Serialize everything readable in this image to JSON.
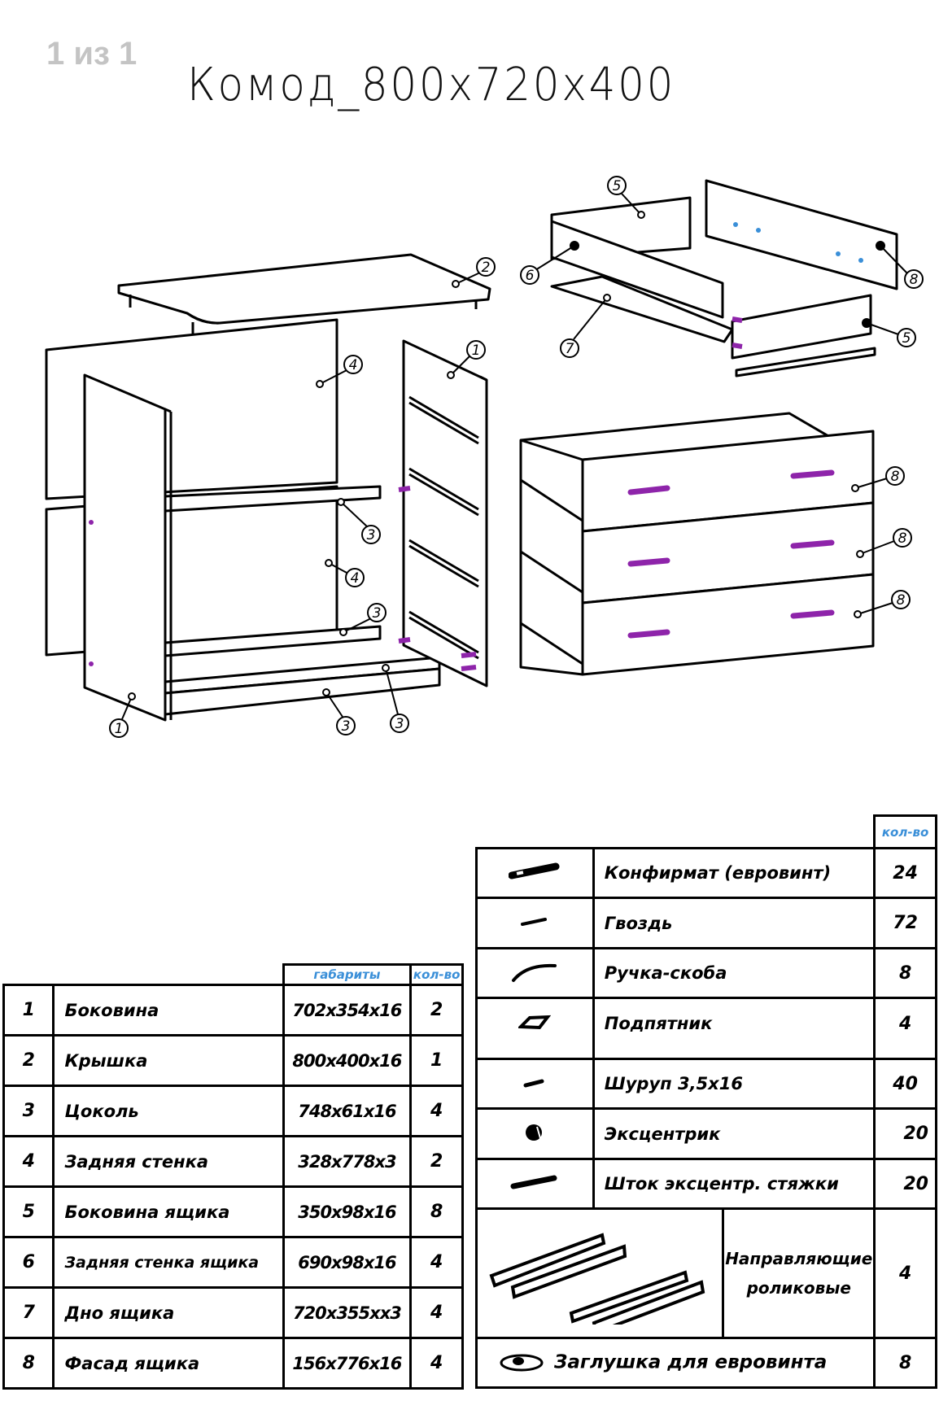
{
  "page_counter": "1 из 1",
  "title": "Комод_800x720x400",
  "colors": {
    "handle": "#8e24aa",
    "header_text": "#3a8fd8",
    "page_counter": "#c4c4c4"
  },
  "callouts": [
    "2",
    "4",
    "1",
    "3",
    "4",
    "3",
    "1",
    "3",
    "3",
    "5",
    "6",
    "7",
    "8",
    "5",
    "8",
    "8",
    "8"
  ],
  "parts_table": {
    "headers": {
      "dims": "габариты",
      "qty": "кол-во"
    },
    "rows": [
      {
        "num": "1",
        "name": "Боковина",
        "dims": "702x354x16",
        "qty": "2"
      },
      {
        "num": "2",
        "name": "Крышка",
        "dims": "800x400x16",
        "qty": "1"
      },
      {
        "num": "3",
        "name": "Цоколь",
        "dims": "748x61x16",
        "qty": "4"
      },
      {
        "num": "4",
        "name": "Задняя  стенка",
        "dims": "328x778x3",
        "qty": "2"
      },
      {
        "num": "5",
        "name": "Боковина  ящика",
        "dims": "350x98x16",
        "qty": "8"
      },
      {
        "num": "6",
        "name": "Задняя  стенка  ящика",
        "dims": "690x98x16",
        "qty": "4"
      },
      {
        "num": "7",
        "name": "Дно  ящика",
        "dims": "720x355xx3",
        "qty": "4"
      },
      {
        "num": "8",
        "name": "Фасад  ящика",
        "dims": "156x776x16",
        "qty": "4"
      }
    ]
  },
  "hardware_table": {
    "header_qty": "кол-во",
    "rows": [
      {
        "icon": "confirmat-screw-icon",
        "name": "Конфирмат  (евровинт)",
        "qty": "24"
      },
      {
        "icon": "nail-icon",
        "name": "Гвоздь",
        "qty": "72"
      },
      {
        "icon": "handle-icon",
        "name": "Ручка-скоба",
        "qty": "8"
      },
      {
        "icon": "foot-pad-icon",
        "name": "Подпятник",
        "qty": "4"
      },
      {
        "icon": "screw-icon",
        "name": "Шуруп  3,5x16",
        "qty": "40"
      },
      {
        "icon": "eccentric-icon",
        "name": "Эксцентрик",
        "qty": "20"
      },
      {
        "icon": "eccentric-rod-icon",
        "name": "Шток  эксцентр.  стяжки",
        "qty": "20"
      }
    ],
    "rails": {
      "icon": "roller-rails-icon",
      "name_line1": "Направляющие",
      "name_line2": "роликовые",
      "qty": "4"
    },
    "cap": {
      "icon": "screw-cap-icon",
      "name": "Заглушка  для  евровинта",
      "qty": "8"
    }
  }
}
